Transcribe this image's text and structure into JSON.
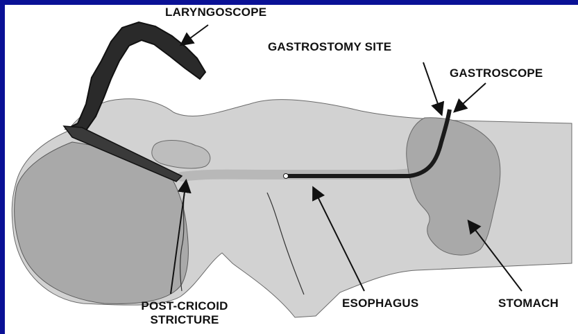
{
  "colors": {
    "background": "#0a1196",
    "paper": "#ffffff",
    "body_tissue": "#d2d2d2",
    "organ_tissue": "#a9a9a9",
    "instrument": "#1a1a1a",
    "label_text": "#111111"
  },
  "labels": {
    "laryngoscope": "LARYNGOSCOPE",
    "gastrostomy_site": "GASTROSTOMY SITE",
    "gastroscope": "GASTROSCOPE",
    "esophagus": "ESOPHAGUS",
    "stomach": "STOMACH",
    "post_cricoid_line1": "POST-CRICOID",
    "post_cricoid_line2": "STRICTURE"
  }
}
